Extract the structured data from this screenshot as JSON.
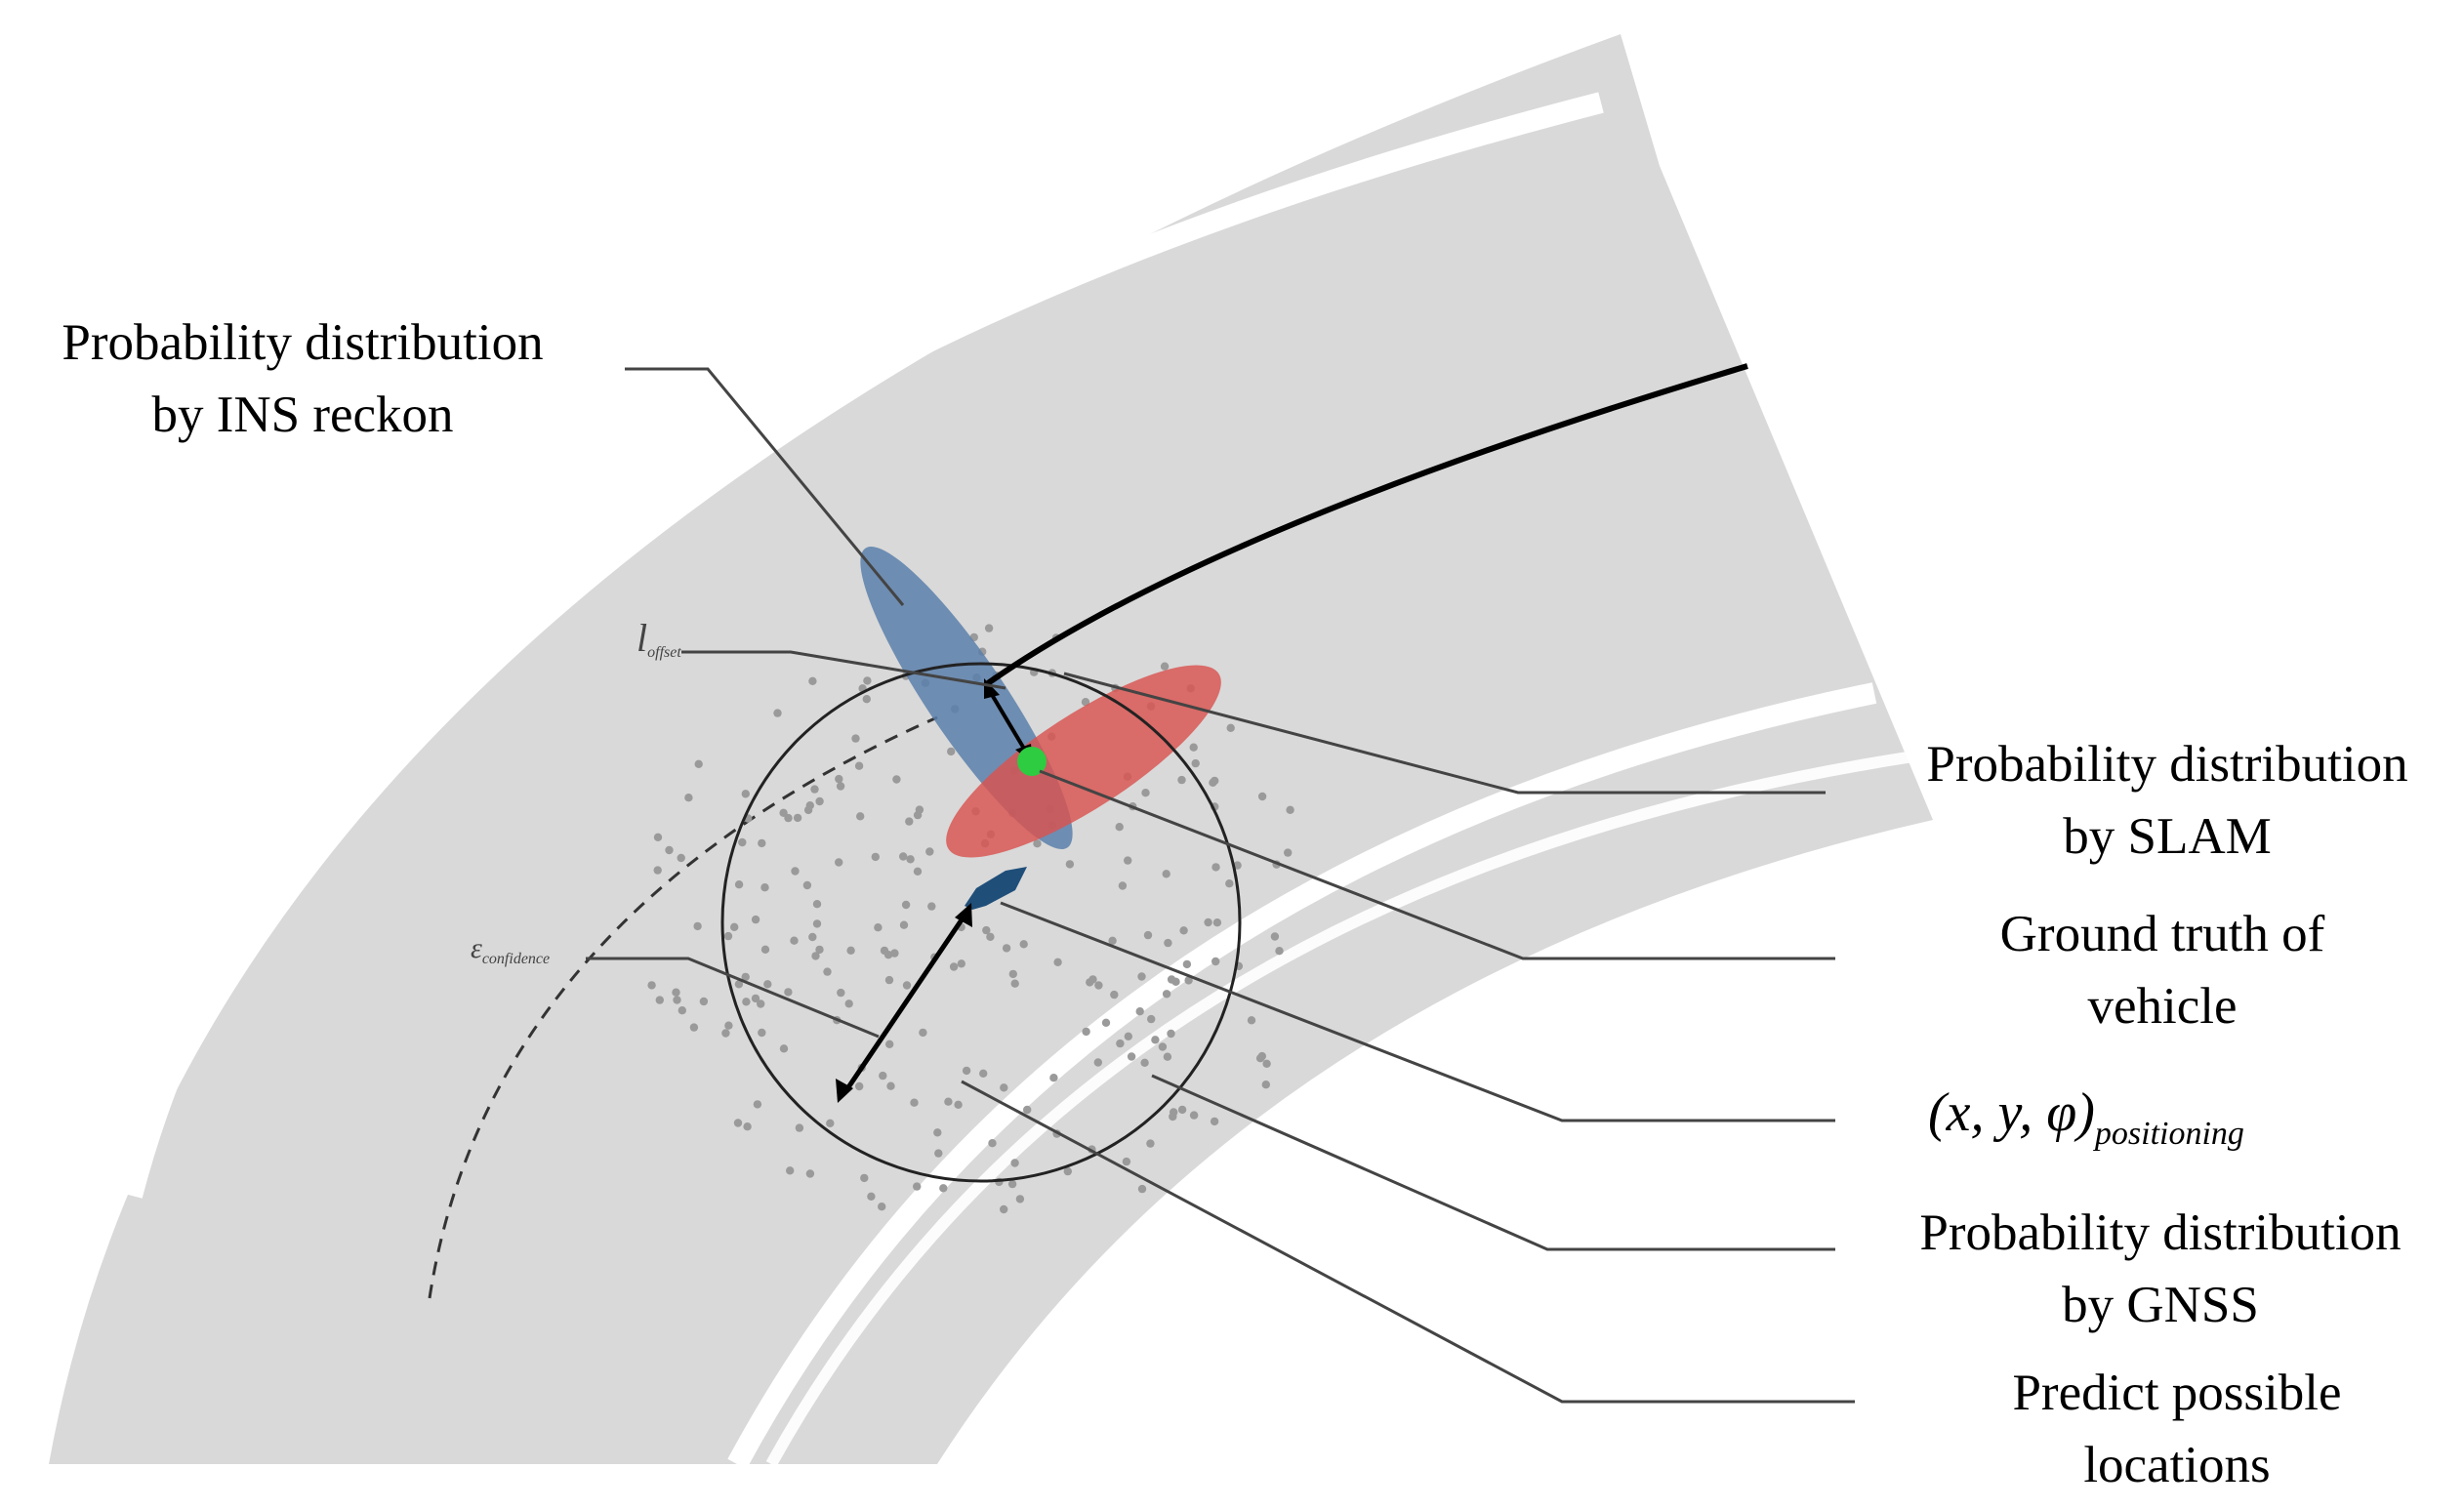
{
  "labels": {
    "ins": {
      "line1": "Probability distribution",
      "line2": "by INS reckon"
    },
    "slam": {
      "line1": "Probability distribution",
      "line2": "by SLAM"
    },
    "ground_truth": {
      "line1": "Ground truth of",
      "line2": "vehicle"
    },
    "positioning": {
      "expr": "(x, y, φ)",
      "subscript": "positioning"
    },
    "gnss": {
      "line1": "Probability distribution",
      "line2": "by GNSS"
    },
    "predict": {
      "line1": "Predict possible",
      "line2": "locations"
    }
  },
  "symbols": {
    "offset": {
      "base": "l",
      "subscript": "offset"
    },
    "confidence": {
      "base": "ε",
      "subscript": "confidence"
    }
  },
  "colors": {
    "road": "#d9d9d9",
    "lane_marking": "#ffffff",
    "ins_ellipse": "#5b7faa",
    "slam_ellipse": "#d9534f",
    "ground_truth": "#2ecc40",
    "vehicle_arrow": "#1f4e79",
    "gnss_dots": "#9a9a9a",
    "trajectory": "#000000"
  }
}
